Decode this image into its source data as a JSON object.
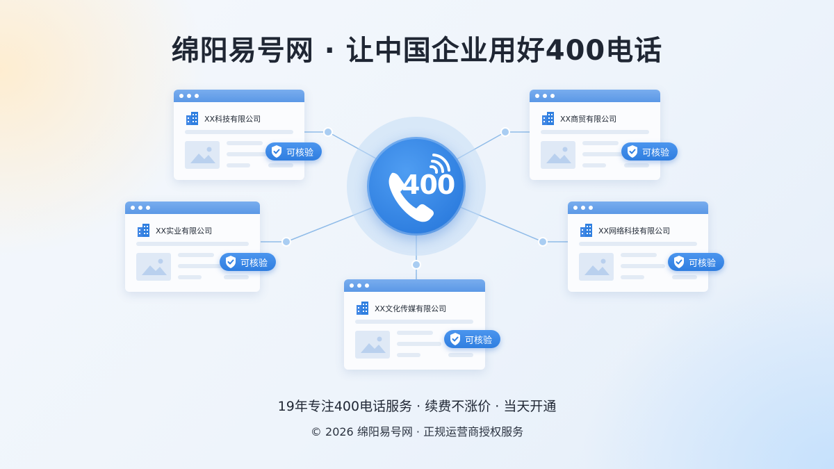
{
  "header": {
    "title": "绵阳易号网 · 让中国企业用好400电话"
  },
  "hub": {
    "label": "400",
    "icon": "phone-wave-icon"
  },
  "colors": {
    "accent": "#2f7fe0",
    "card_bar": "#5b98e6",
    "text": "#1f2633"
  },
  "cards": [
    {
      "company": "XX科技有限公司",
      "badge": "可核验"
    },
    {
      "company": "XX商贸有限公司",
      "badge": "可核验"
    },
    {
      "company": "XX实业有限公司",
      "badge": "可核验"
    },
    {
      "company": "XX网络科技有限公司",
      "badge": "可核验"
    },
    {
      "company": "XX文化传媒有限公司",
      "badge": "可核验"
    }
  ],
  "footer": {
    "tagline": "19年专注400电话服务 · 续费不涨价 · 当天开通",
    "copyright": "© 2026 绵阳易号网 · 正规运营商授权服务"
  }
}
